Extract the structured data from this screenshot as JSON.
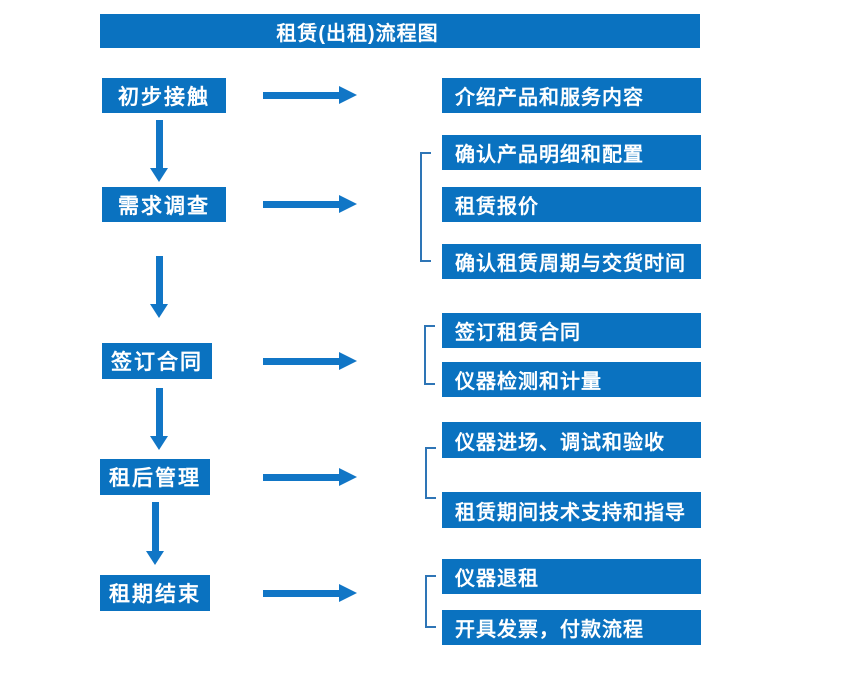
{
  "title": "租赁(出租)流程图",
  "colors": {
    "box_fill": "#0a72c0",
    "arrow": "#1176c6",
    "bracket": "#2e75b6",
    "text": "#ffffff",
    "page_bg": "#ffffff"
  },
  "stages": [
    {
      "label": "初步接触",
      "details": [
        "介绍产品和服务内容"
      ]
    },
    {
      "label": "需求调查",
      "details": [
        "确认产品明细和配置",
        "租赁报价",
        "确认租赁周期与交货时间"
      ]
    },
    {
      "label": "签订合同",
      "details": [
        "签订租赁合同",
        "仪器检测和计量"
      ]
    },
    {
      "label": "租后管理",
      "details": [
        "仪器进场、调试和验收",
        "租赁期间技术支持和指导"
      ]
    },
    {
      "label": "租期结束",
      "details": [
        "仪器退租",
        "开具发票，付款流程"
      ]
    }
  ]
}
